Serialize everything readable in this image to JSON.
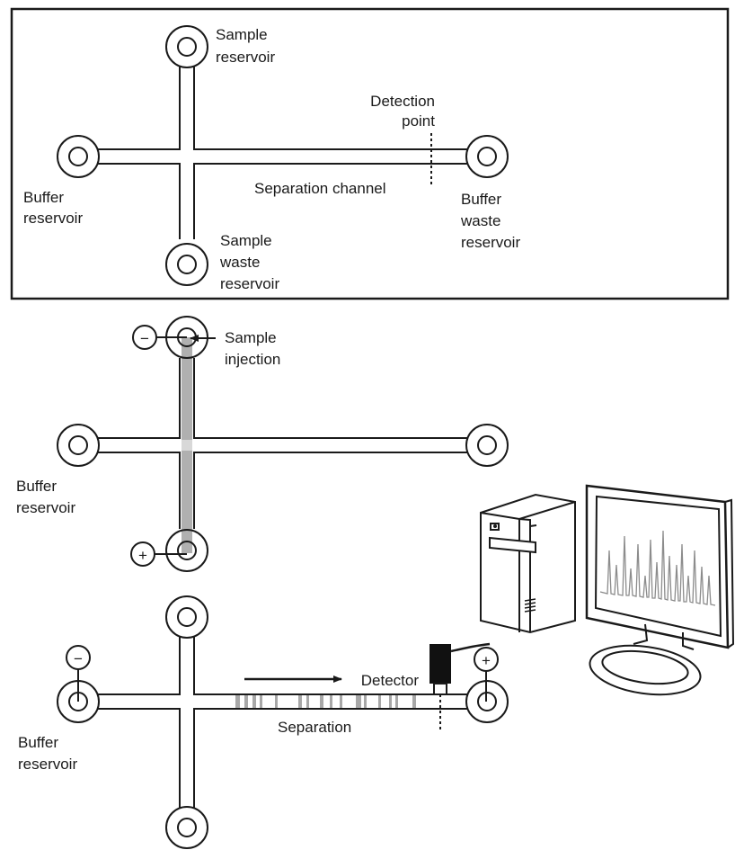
{
  "panel1": {
    "sample_reservoir": [
      "Sample",
      "reservoir"
    ],
    "detection_point": [
      "Detection",
      "point"
    ],
    "separation_channel": "Separation channel",
    "buffer_reservoir": [
      "Buffer",
      "reservoir"
    ],
    "buffer_waste_reservoir": [
      "Buffer",
      "waste",
      "reservoir"
    ],
    "sample_waste_reservoir": [
      "Sample",
      "waste",
      "reservoir"
    ]
  },
  "panel2": {
    "sample_injection": [
      "Sample",
      "injection"
    ],
    "buffer_reservoir": [
      "Buffer",
      "reservoir"
    ],
    "minus_symbol": "−",
    "plus_symbol": "+"
  },
  "panel3": {
    "detector": "Detector",
    "separation": "Separation",
    "buffer_reservoir": [
      "Buffer",
      "reservoir"
    ],
    "minus_symbol": "−",
    "plus_symbol": "+"
  },
  "colors": {
    "stroke": "#1a1a1a",
    "sample_fill": "#b0b0b0",
    "band": "#a8a8a8",
    "detector": "#111111"
  }
}
